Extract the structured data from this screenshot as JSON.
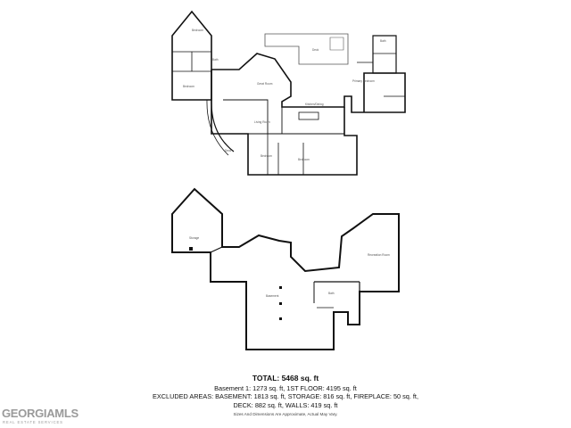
{
  "totals": {
    "total": "TOTAL: 5468 sq. ft",
    "line1": "Basement 1: 1273 sq. ft, 1ST FLOOR: 4195 sq. ft",
    "line2": "EXCLUDED AREAS: BASEMENT: 1813 sq. ft, STORAGE: 816 sq. ft, FIREPLACE: 50 sq. ft,",
    "line3": "DECK: 882 sq. ft, WALLS: 419 sq. ft"
  },
  "disclaimer": "Sizes And Dimensions Are Approximate, Actual May Vary.",
  "logo": {
    "main": "GEORGIAMLS",
    "sub": "REAL ESTATE SERVICES"
  },
  "colors": {
    "wall": "#111111",
    "thin_line": "#666666",
    "label": "#555555",
    "logo": "#9a9a9a"
  }
}
